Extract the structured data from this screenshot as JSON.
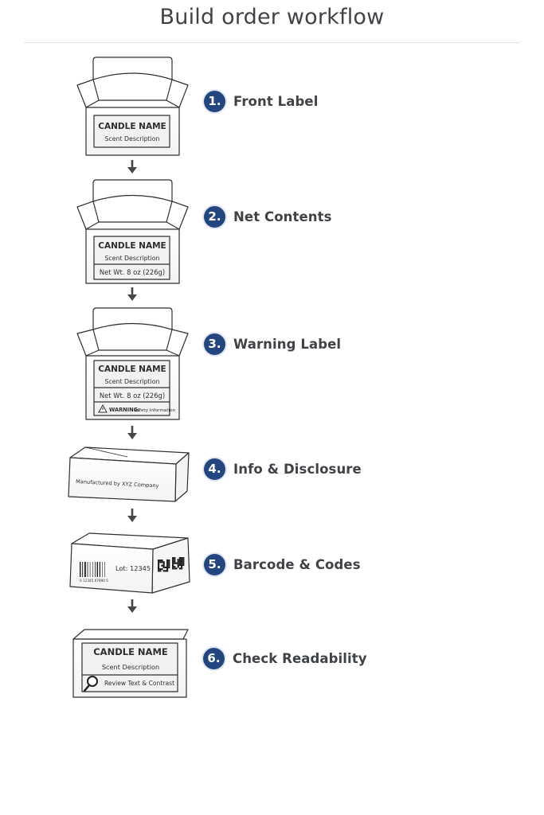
{
  "page": {
    "title": "Build order workflow"
  },
  "steps": [
    {
      "number": "1.",
      "label": "Front Label"
    },
    {
      "number": "2.",
      "label": "Net Contents"
    },
    {
      "number": "3.",
      "label": "Warning Label"
    },
    {
      "number": "4.",
      "label": "Info & Disclosure"
    },
    {
      "number": "5.",
      "label": "Barcode & Codes"
    },
    {
      "number": "6.",
      "label": "Check Readability"
    }
  ],
  "label_text": {
    "candle_name": "CANDLE NAME",
    "scent_description": "Scent Description",
    "net_weight": "Net Wt. 8 oz (226g)",
    "warning_bold": "WARNING:",
    "warning_rest": "Safety Information",
    "manufacturer": "Manufactured by XYZ Company",
    "lot": "Lot: 12345",
    "barcode_digits": "0  12345  67890  5",
    "review": "Review Text & Contrast"
  },
  "colors": {
    "badge": "#24467e",
    "outline": "#2f2f2f",
    "text": "#3f4246"
  },
  "icons": [
    "down-arrow-icon",
    "warning-triangle-icon",
    "magnifier-icon",
    "qr-code-icon",
    "barcode-icon"
  ]
}
